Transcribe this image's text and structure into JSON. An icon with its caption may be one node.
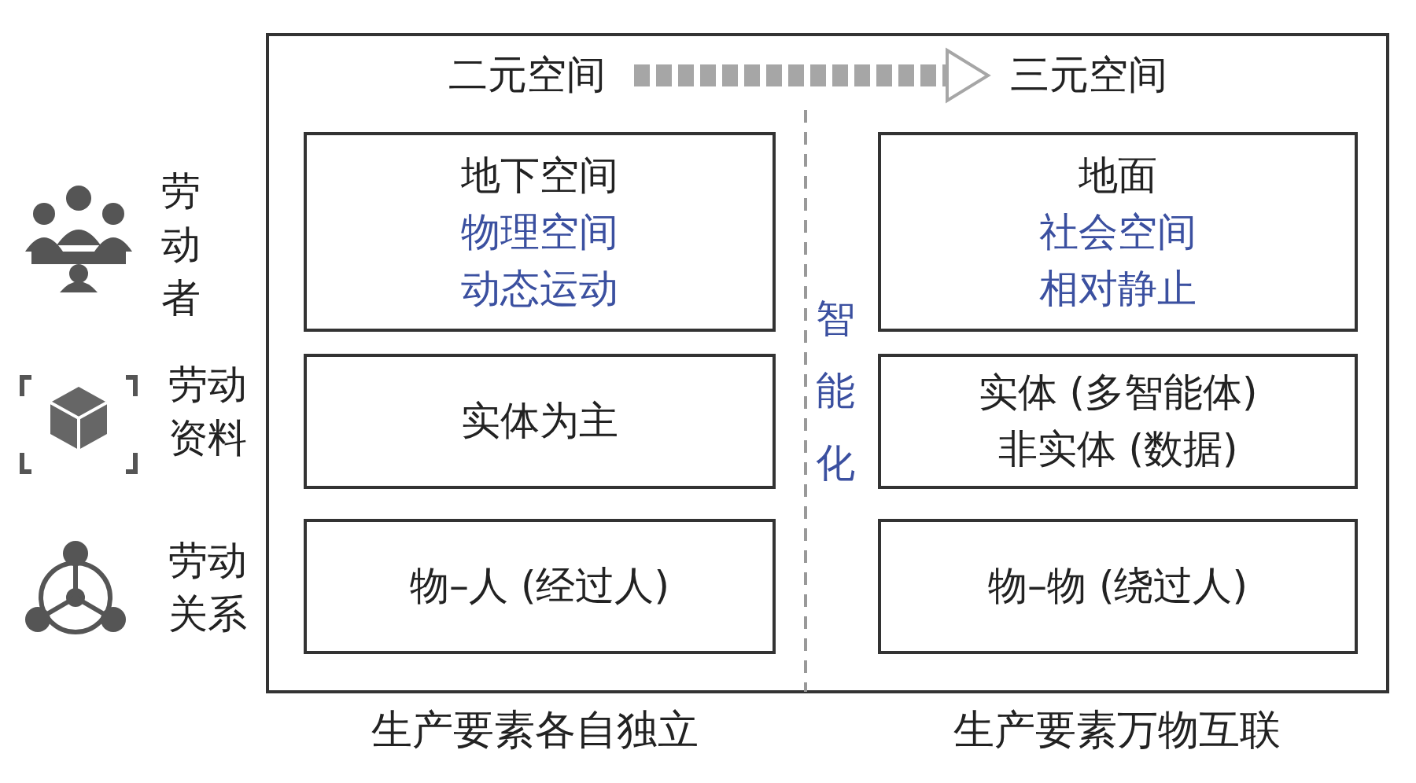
{
  "diagram": {
    "nodes": [
      {
        "text": [
          "二元空间"
        ]
      },
      {
        "text": [
          "三元空间"
        ]
      },
      {
        "text": [
          "地下空间",
          "物理空间",
          "动态运动"
        ]
      },
      {
        "text": [
          "地面",
          "社会空间",
          "相对静止"
        ]
      },
      {
        "text": [
          "实体为主"
        ]
      },
      {
        "text": [
          "实体 (多智能体)",
          "非实体 (数据)"
        ]
      },
      {
        "text": [
          "物–人 (经过人)"
        ]
      },
      {
        "text": [
          "物–物 (绕过人)"
        ]
      }
    ],
    "edges": [
      {
        "from": 0,
        "to": 1,
        "arrow": "to",
        "style": "dashed",
        "color": "#a6a6a6"
      }
    ],
    "labels": [
      "劳动者",
      "劳动资料",
      "劳动关系",
      "智能化",
      "生产要素各自独立",
      "生产要素万物互联"
    ]
  }
}
